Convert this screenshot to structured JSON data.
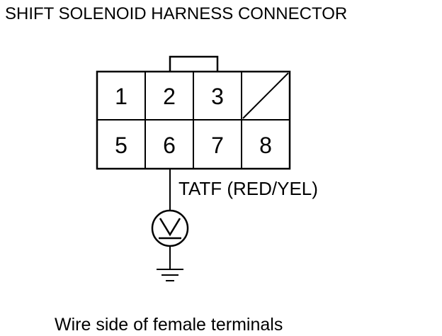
{
  "title": "SHIFT SOLENOID HARNESS CONNECTOR",
  "connector": {
    "pins": {
      "p1": "1",
      "p2": "2",
      "p3": "3",
      "p5": "5",
      "p6": "6",
      "p7": "7",
      "p8": "8"
    },
    "unused_cavity": "pin 4 position (blank, diagonal line)"
  },
  "wire": {
    "label": "TATF (RED/YEL)"
  },
  "meter": {
    "symbol": "V"
  },
  "caption": "Wire side of female terminals",
  "colors": {
    "line": "#000000",
    "background": "#ffffff"
  }
}
